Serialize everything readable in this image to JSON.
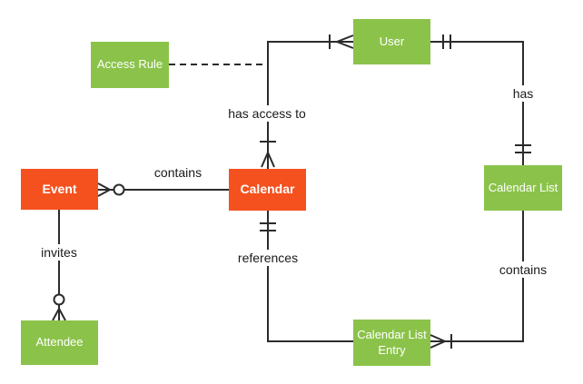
{
  "diagram": {
    "type": "entity-relationship",
    "colors": {
      "entity_primary": "#F4511E",
      "entity_secondary": "#8BC34A",
      "line": "#2B2B2B",
      "background": "#FFFFFF",
      "entity_text": "#FFFFFF",
      "label_text": "#1A1A1A"
    },
    "entities": {
      "event": {
        "label": "Event",
        "style": "primary"
      },
      "calendar": {
        "label": "Calendar",
        "style": "primary"
      },
      "access_rule": {
        "label": "Access Rule",
        "style": "secondary"
      },
      "user": {
        "label": "User",
        "style": "secondary"
      },
      "calendar_list": {
        "label": "Calendar List",
        "style": "secondary"
      },
      "calendar_list_entry": {
        "label": "Calendar List Entry",
        "style": "secondary"
      },
      "attendee": {
        "label": "Attendee",
        "style": "secondary"
      }
    },
    "relationships": {
      "event_contains_calendar": {
        "label": "contains",
        "from": "Event",
        "to": "Calendar",
        "event_end_cardinality": "zero-or-many"
      },
      "calendar_has_access_to_user": {
        "label": "has access to",
        "from": "Calendar",
        "to": "User",
        "calendar_end_cardinality": "one-or-many",
        "user_end_cardinality": "one-or-many"
      },
      "access_rule_attachment": {
        "from": "Access Rule",
        "to": "has access to",
        "line_style": "dashed"
      },
      "user_has_calendar_list": {
        "label": "has",
        "from": "User",
        "to": "Calendar List",
        "user_end_cardinality": "exactly-one",
        "calendar_list_end_cardinality": "exactly-one"
      },
      "calendar_references_entry": {
        "label": "references",
        "from": "Calendar",
        "to": "Calendar List Entry",
        "calendar_end_cardinality": "exactly-one"
      },
      "calendar_list_contains_entry": {
        "label": "contains",
        "from": "Calendar List",
        "to": "Calendar List Entry",
        "entry_end_cardinality": "one-or-many"
      },
      "event_invites_attendee": {
        "label": "invites",
        "from": "Event",
        "to": "Attendee",
        "attendee_end_cardinality": "zero-or-many"
      }
    }
  }
}
